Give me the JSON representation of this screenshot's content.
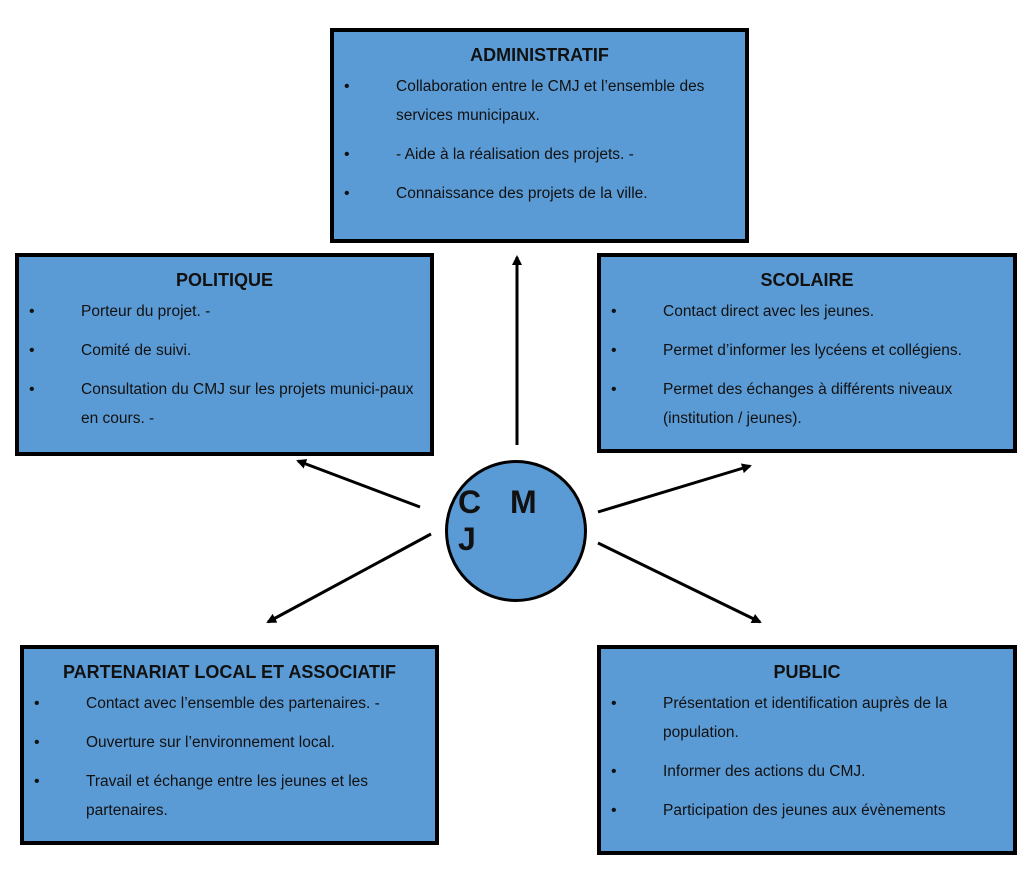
{
  "center": {
    "label": "C M J"
  },
  "boxes": {
    "administratif": {
      "title": "ADMINISTRATIF",
      "items": [
        "Collaboration entre le CMJ et l’ensemble des services municipaux.",
        "- Aide à la réalisation des projets. -",
        "Connaissance des projets de la ville."
      ]
    },
    "politique": {
      "title": "POLITIQUE",
      "items": [
        "Porteur du projet. -",
        "Comité de suivi.",
        "Consultation du CMJ sur les projets munici-paux en cours. -"
      ]
    },
    "scolaire": {
      "title": "SCOLAIRE",
      "items": [
        "Contact direct avec les jeunes.",
        "Permet d’informer les lycéens et collégiens.",
        "Permet des échanges à différents niveaux (institution / jeunes)."
      ]
    },
    "partenariat": {
      "title": "PARTENARIAT LOCAL ET ASSOCIATIF",
      "items": [
        "Contact avec l’ensemble des partenaires. -",
        "Ouverture sur l’environnement local.",
        "Travail et échange entre les jeunes et les partenaires."
      ]
    },
    "public": {
      "title": "PUBLIC",
      "items": [
        "Présentation et identification auprès de la population.",
        "Informer des actions du CMJ.",
        "Participation des jeunes aux évènements"
      ]
    }
  },
  "bullet_char": "•",
  "colors": {
    "box_fill": "#5b9bd5",
    "border": "#000000"
  }
}
